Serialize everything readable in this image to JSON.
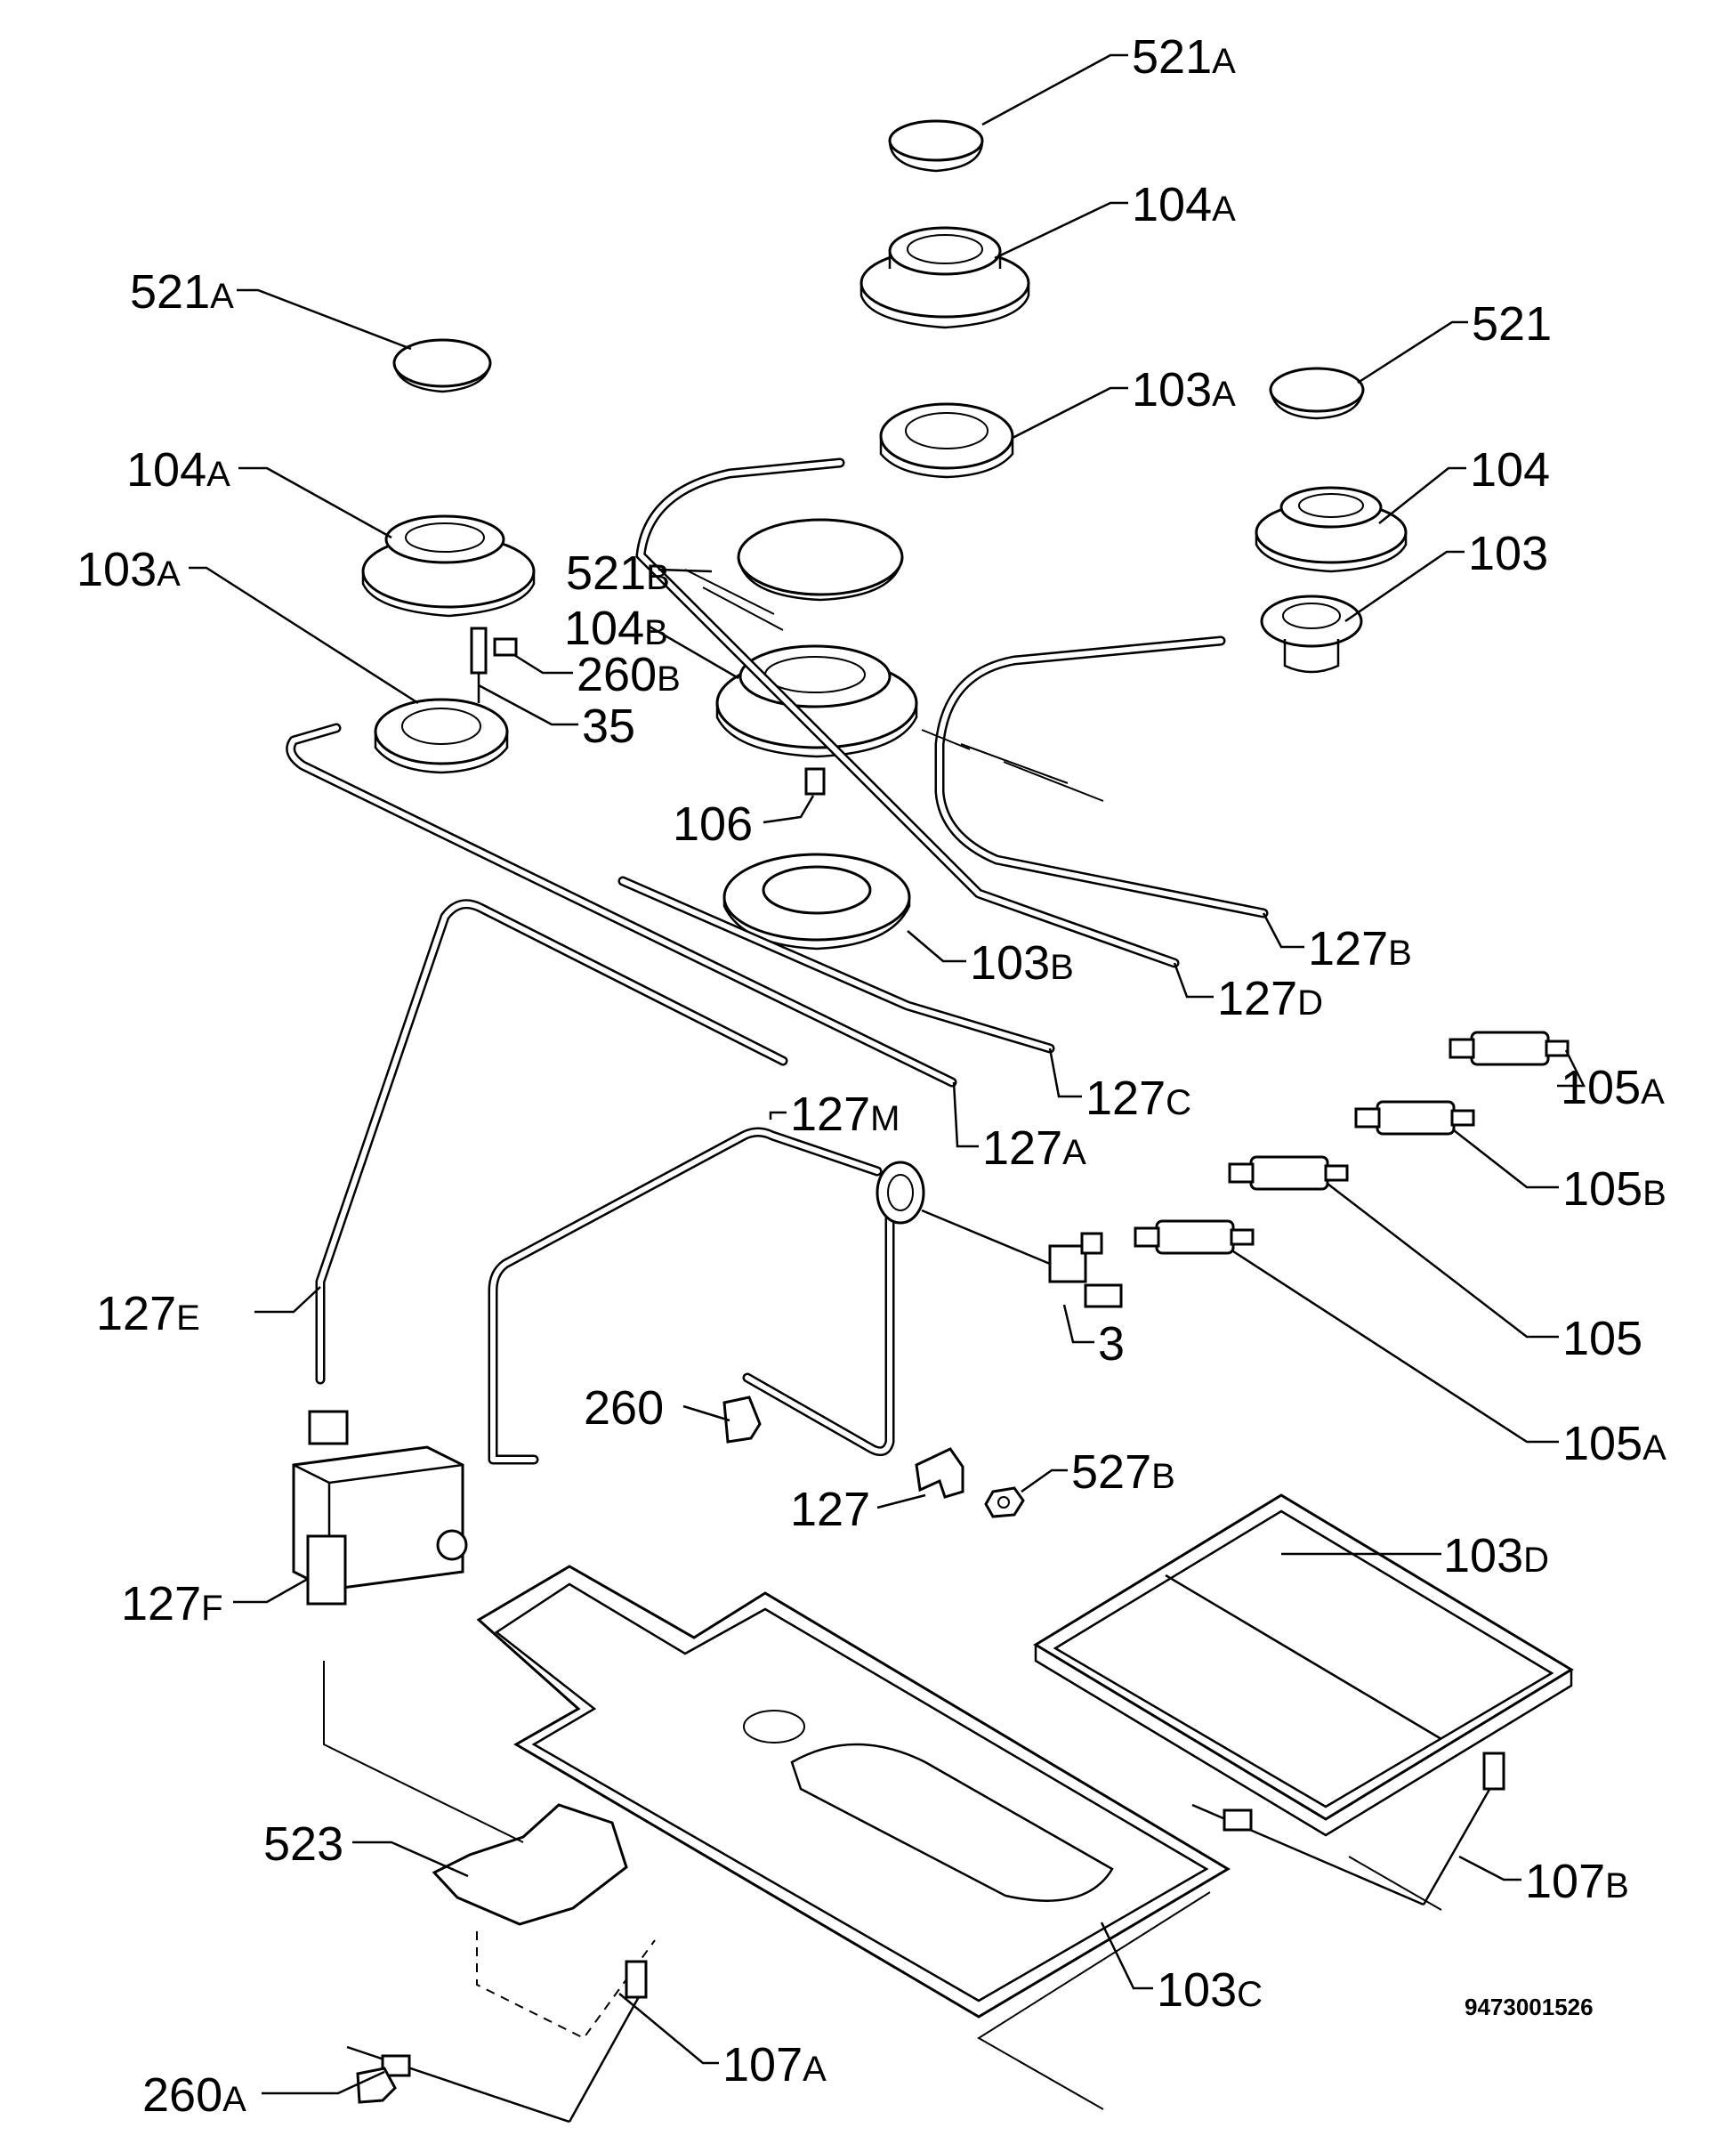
{
  "diagram_code": "9473001526",
  "labels": {
    "l_521A_top": {
      "num": "521",
      "suf": "A"
    },
    "l_104A_top": {
      "num": "104",
      "suf": "A"
    },
    "l_521A_left": {
      "num": "521",
      "suf": "A"
    },
    "l_521_right": {
      "num": "521",
      "suf": ""
    },
    "l_103A_mid": {
      "num": "103",
      "suf": "A"
    },
    "l_104A_left": {
      "num": "104",
      "suf": "A"
    },
    "l_104_right": {
      "num": "104",
      "suf": ""
    },
    "l_521B": {
      "num": "521",
      "suf": "B"
    },
    "l_103_right": {
      "num": "103",
      "suf": ""
    },
    "l_103A_left": {
      "num": "103",
      "suf": "A"
    },
    "l_104B": {
      "num": "104",
      "suf": "B"
    },
    "l_260B": {
      "num": "260",
      "suf": "B"
    },
    "l_35": {
      "num": "35",
      "suf": ""
    },
    "l_106": {
      "num": "106",
      "suf": ""
    },
    "l_127B": {
      "num": "127",
      "suf": "B"
    },
    "l_103B": {
      "num": "103",
      "suf": "B"
    },
    "l_127D": {
      "num": "127",
      "suf": "D"
    },
    "l_105A_top": {
      "num": "105",
      "suf": "A"
    },
    "l_127C": {
      "num": "127",
      "suf": "C"
    },
    "l_127M": {
      "num": "127",
      "suf": "M"
    },
    "l_127A": {
      "num": "127",
      "suf": "A"
    },
    "l_105B": {
      "num": "105",
      "suf": "B"
    },
    "l_127E": {
      "num": "127",
      "suf": "E"
    },
    "l_3": {
      "num": "3",
      "suf": ""
    },
    "l_105": {
      "num": "105",
      "suf": ""
    },
    "l_260": {
      "num": "260",
      "suf": ""
    },
    "l_105A_bot": {
      "num": "105",
      "suf": "A"
    },
    "l_527B": {
      "num": "527",
      "suf": "B"
    },
    "l_127": {
      "num": "127",
      "suf": ""
    },
    "l_103D": {
      "num": "103",
      "suf": "D"
    },
    "l_127F": {
      "num": "127",
      "suf": "F"
    },
    "l_523": {
      "num": "523",
      "suf": ""
    },
    "l_107B": {
      "num": "107",
      "suf": "B"
    },
    "l_103C": {
      "num": "103",
      "suf": "C"
    },
    "l_260A": {
      "num": "260",
      "suf": "A"
    },
    "l_107A": {
      "num": "107",
      "suf": "A"
    }
  }
}
